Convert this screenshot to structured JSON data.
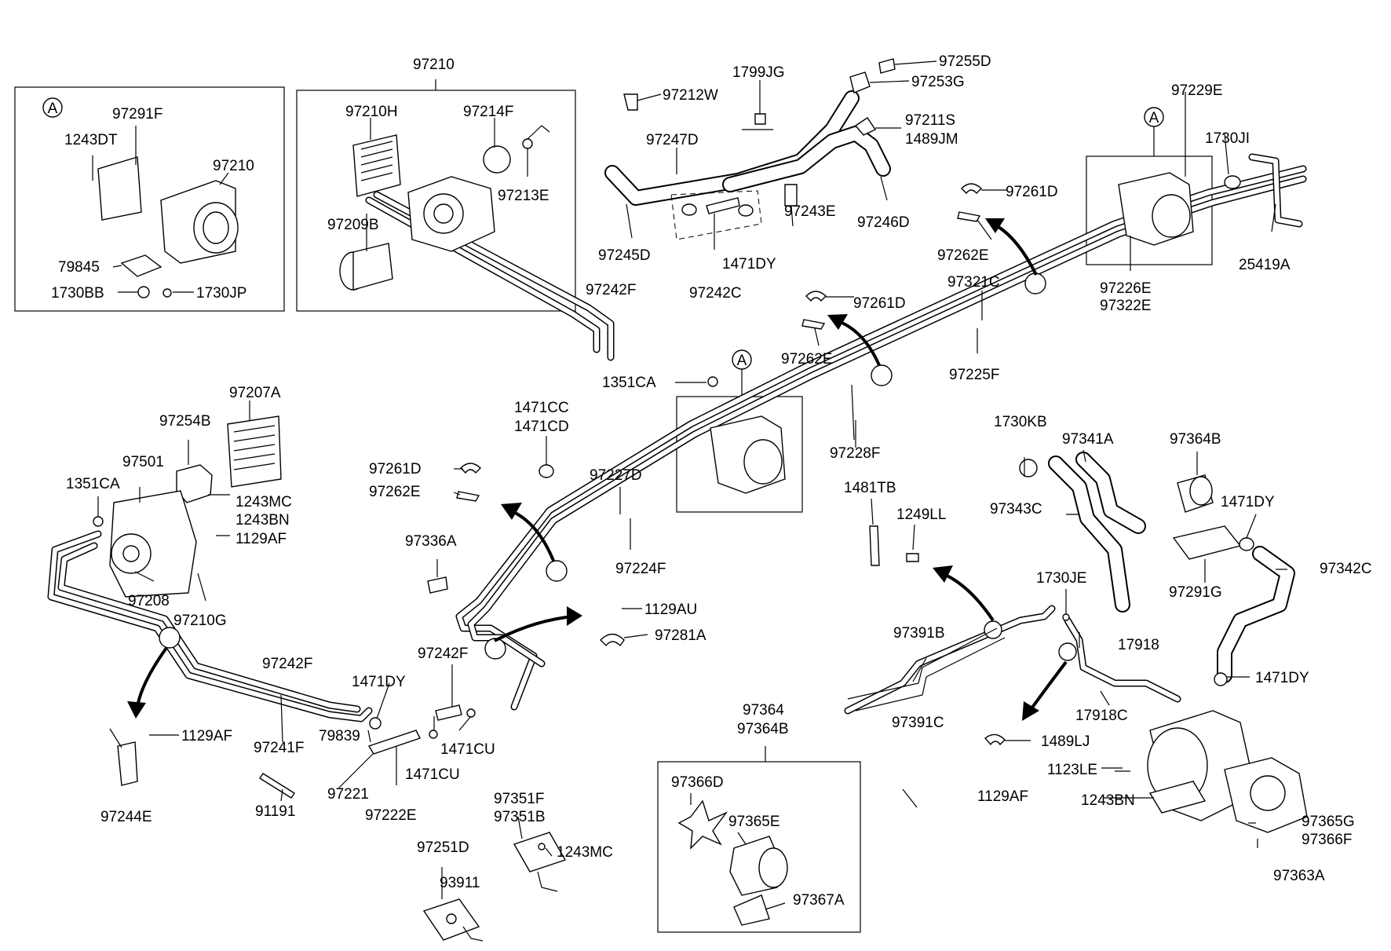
{
  "detail_marker": "A",
  "labels": {
    "l97210_top": "97210",
    "l97291F": "97291F",
    "l1243DT": "1243DT",
    "l97210_a": "97210",
    "l79845": "79845",
    "l1730BB": "1730BB",
    "l1730JP": "1730JP",
    "l97210H": "97210H",
    "l97214F": "97214F",
    "l97213E": "97213E",
    "l97209B": "97209B",
    "l97212W": "97212W",
    "l1799JG": "1799JG",
    "l97255D": "97255D",
    "l97253G": "97253G",
    "l97247D": "97247D",
    "l97211S": "97211S",
    "l1489JM": "1489JM",
    "l97245D": "97245D",
    "l1471DY_a": "1471DY",
    "l97242C": "97242C",
    "l97243E": "97243E",
    "l97246D": "97246D",
    "l97242F_a": "97242F",
    "l1351CA_a": "1351CA",
    "l97229E": "97229E",
    "l1730JI": "1730JI",
    "l97261D_a": "97261D",
    "l97262E_a": "97262E",
    "l25419A": "25419A",
    "l97226E": "97226E",
    "l97322E": "97322E",
    "l97321C": "97321C",
    "l97225F": "97225F",
    "l97261D_b": "97261D",
    "l97262E_b": "97262E",
    "l97207A": "97207A",
    "l97254B": "97254B",
    "l97501": "97501",
    "l1351CA_b": "1351CA",
    "l1243MC_a": "1243MC",
    "l1243BN_a": "1243BN",
    "l1129AF_a": "1129AF",
    "l97208": "97208",
    "l97210G": "97210G",
    "l1471CC": "1471CC",
    "l1471CD": "1471CD",
    "l97261D_c": "97261D",
    "l97262E_c": "97262E",
    "l97227D": "97227D",
    "l97228F": "97228F",
    "l97224F": "97224F",
    "l97336A": "97336A",
    "l1730KB": "1730KB",
    "l97341A": "97341A",
    "l97364B_a": "97364B",
    "l97343C": "97343C",
    "l1471DY_b": "1471DY",
    "l1481TB": "1481TB",
    "l1249LL": "1249LL",
    "l97342C": "97342C",
    "l97291G": "97291G",
    "l1730JE": "1730JE",
    "l1129AU": "1129AU",
    "l97281A": "97281A",
    "l97391B": "97391B",
    "l17918": "17918",
    "l97242F_b": "97242F",
    "l97242F_c": "97242F",
    "l1471DY_c": "1471DY",
    "l1471DY_d": "1471DY",
    "l97241F": "97241F",
    "l1129AF_b": "1129AF",
    "l79839": "79839",
    "l1471CU_a": "1471CU",
    "l1471CU_b": "1471CU",
    "l97391C": "97391C",
    "l17918C": "17918C",
    "l1489LJ": "1489LJ",
    "l97364": "97364",
    "l97364B_b": "97364B",
    "l97244E": "97244E",
    "l91191": "91191",
    "l97221": "97221",
    "l97222E": "97222E",
    "l1123LE": "1123LE",
    "l1129AF_c": "1129AF",
    "l97366D": "97366D",
    "l97365E": "97365E",
    "l1243BN_b": "1243BN",
    "l97365G": "97365G",
    "l97366F": "97366F",
    "l97351F": "97351F",
    "l97351B": "97351B",
    "l1243MC_b": "1243MC",
    "l97251D": "97251D",
    "l93911": "93911",
    "l97367A": "97367A",
    "l97363A": "97363A"
  }
}
